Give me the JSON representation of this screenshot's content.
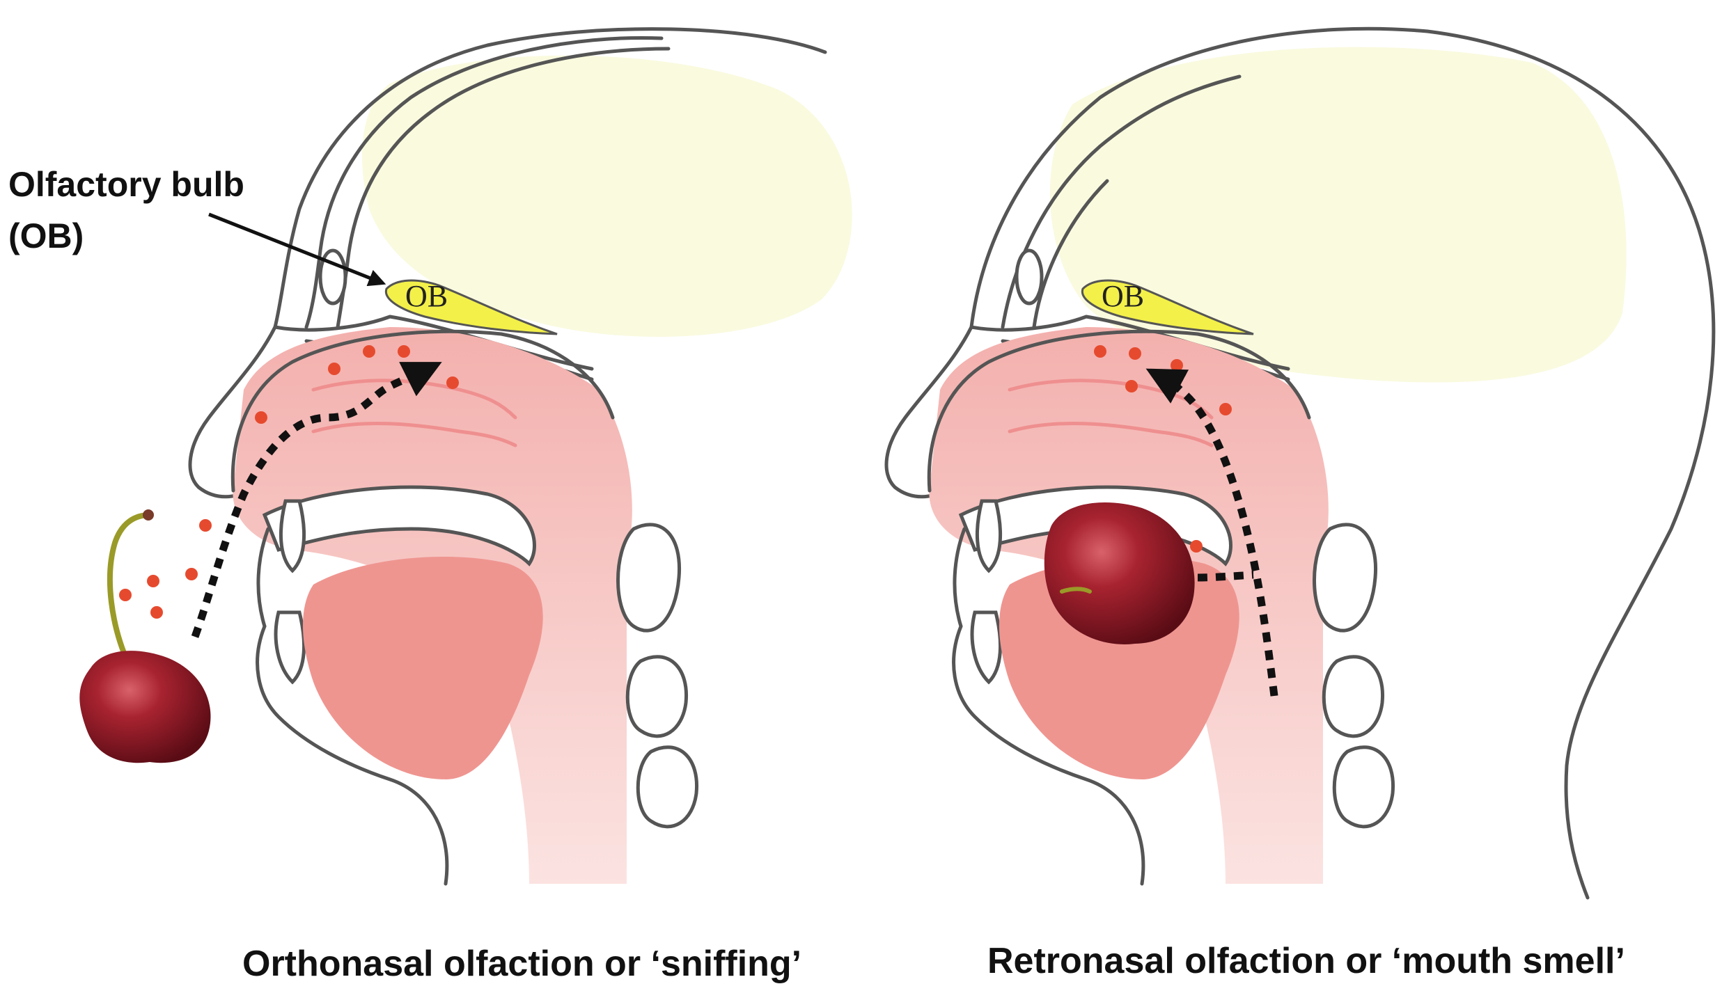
{
  "labels": {
    "olfactory_bulb_line1": "Olfactory bulb",
    "olfactory_bulb_line2": "(OB)",
    "ob_left": "OB",
    "ob_right": "OB",
    "caption_left": "Orthonasal olfaction or ‘sniffing’",
    "caption_right": "Retronasal olfaction  or ‘mouth smell’"
  },
  "colors": {
    "brain": "#fafadf",
    "olfactory_bulb": "#f3f04a",
    "nasal_cavity": "#f7c9c6",
    "tongue": "#ef9590",
    "odor_dots": "#e64a2e",
    "cherry": "#8e1a25",
    "stem": "#9a9a28"
  }
}
